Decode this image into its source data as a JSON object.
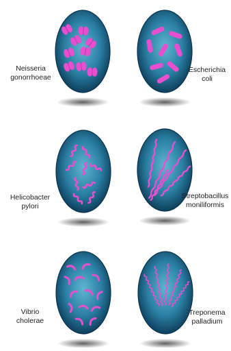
{
  "panels": [
    {
      "name": "neisseria-gonorrhoeae",
      "label_lines": [
        "Neisseria",
        "gonorrhoeae"
      ],
      "morphology": "diplococci"
    },
    {
      "name": "escherichia-coli",
      "label_lines": [
        "Escherichia",
        "coli"
      ],
      "morphology": "rods"
    },
    {
      "name": "helicobacter-pylori",
      "label_lines": [
        "Helicobacter",
        "pylori"
      ],
      "morphology": "helical"
    },
    {
      "name": "streptobacillus-moniliformis",
      "label_lines": [
        "Streptobacillus",
        "moniliformis"
      ],
      "morphology": "filaments"
    },
    {
      "name": "vibrio-cholerae",
      "label_lines": [
        "Vibrio",
        "cholerae"
      ],
      "morphology": "curved-rods"
    },
    {
      "name": "treponema-palladium",
      "label_lines": [
        "Treponema",
        "palladium"
      ],
      "morphology": "spirochetes"
    }
  ],
  "colors": {
    "dish_center": "#5fb6d0",
    "dish_mid": "#2a7fa3",
    "dish_edge": "#0e3f5c",
    "bacteria": "#e84fd0",
    "bacteria_highlight": "#f7a8ec",
    "shadow": "#2b2b2b"
  }
}
